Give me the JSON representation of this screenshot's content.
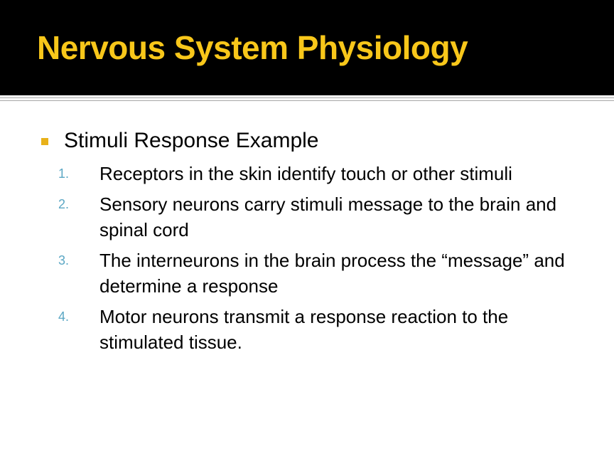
{
  "slide": {
    "title": "Nervous System Physiology",
    "bullet": "Stimuli Response Example",
    "steps": [
      {
        "number": "1.",
        "text": "Receptors in the skin identify touch or other stimuli"
      },
      {
        "number": "2.",
        "text": "Sensory neurons carry stimuli message to the brain and spinal cord"
      },
      {
        "number": "3.",
        "text": "The interneurons in the brain process the “message” and determine a response"
      },
      {
        "number": "4.",
        "text": "Motor neurons transmit a response reaction to the stimulated tissue."
      }
    ]
  },
  "colors": {
    "title_bar": "#000000",
    "title_text": "#F8C71A",
    "bullet_marker": "#E8B11A",
    "step_number": "#5BA7C4",
    "rule": "#A6A6A6",
    "body_text": "#000000"
  }
}
